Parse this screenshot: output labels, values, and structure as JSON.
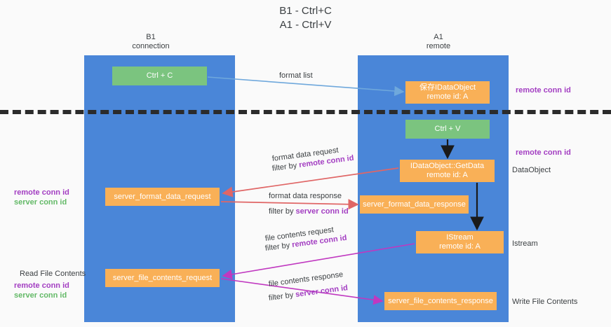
{
  "title": "B1 - Ctrl+C\nA1 - Ctrl+V",
  "lanes": [
    {
      "name": "B1",
      "sub": "connection",
      "header": "B1\nconnection"
    },
    {
      "name": "A1",
      "sub": "remote",
      "header": "A1\nremote"
    }
  ],
  "colors": {
    "lane": "#4a86d8",
    "green_node": "#7bc47f",
    "orange_node": "#f9b057",
    "background": "#fafafa",
    "divider": "#2b2b2b",
    "remote_conn_id": "#a33ec2",
    "server_conn_id": "#63b967",
    "arrow_blue": "#6fa8dc",
    "arrow_red": "#e06666",
    "arrow_magenta": "#c038c0",
    "arrow_black": "#1a1a1a",
    "text": "#3c4043"
  },
  "nodes": {
    "ctrl_c": {
      "label": "Ctrl + C",
      "color": "green"
    },
    "save_dataobject": {
      "line1": "保存IDataObject",
      "line2": "remote id: A",
      "color": "orange"
    },
    "ctrl_v": {
      "label": "Ctrl + V",
      "color": "green"
    },
    "getdata": {
      "line1": "IDataObject::GetData",
      "line2": "remote id: A",
      "color": "orange"
    },
    "server_format_data_request": {
      "label": "server_format_data_request",
      "color": "orange"
    },
    "server_format_data_response": {
      "label": "server_format_data_response",
      "color": "orange"
    },
    "istream": {
      "line1": "IStream",
      "line2": "remote id: A",
      "color": "orange"
    },
    "server_file_contents_request": {
      "label": "server_file_contents_request",
      "color": "orange"
    },
    "server_file_contents_response": {
      "label": "server_file_contents_response",
      "color": "orange"
    }
  },
  "edge_labels": {
    "format_list": "format list",
    "format_data_request": {
      "line1": "format data request",
      "prefix": "filter by ",
      "key": "remote conn id"
    },
    "format_data_response": {
      "line1": "format data response",
      "prefix": "filter by ",
      "key": "server conn id"
    },
    "file_contents_request": {
      "line1": "file contents request",
      "prefix": "filter by ",
      "key": "remote conn id"
    },
    "file_contents_response": {
      "line1": "file contents response",
      "prefix": "filter by ",
      "key": "server conn id"
    }
  },
  "side_labels": {
    "remote_conn_id_top": "remote conn id",
    "remote_conn_id_mid": "remote conn id",
    "data_object": "DataObject",
    "istream": "Istream",
    "write_file_contents": "Write File Contents",
    "read_file_contents": "Read File Contents",
    "remote_conn_id": "remote conn id",
    "server_conn_id": "server conn id"
  }
}
